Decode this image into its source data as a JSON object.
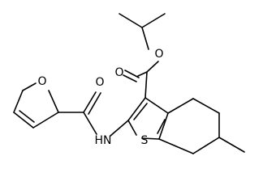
{
  "molecule": {
    "atoms": {
      "furan_o": "O",
      "amide_o": "O",
      "nh": "HN",
      "ester_o_carbonyl": "O",
      "ester_o_single": "O",
      "thiophene_s": "S"
    }
  }
}
